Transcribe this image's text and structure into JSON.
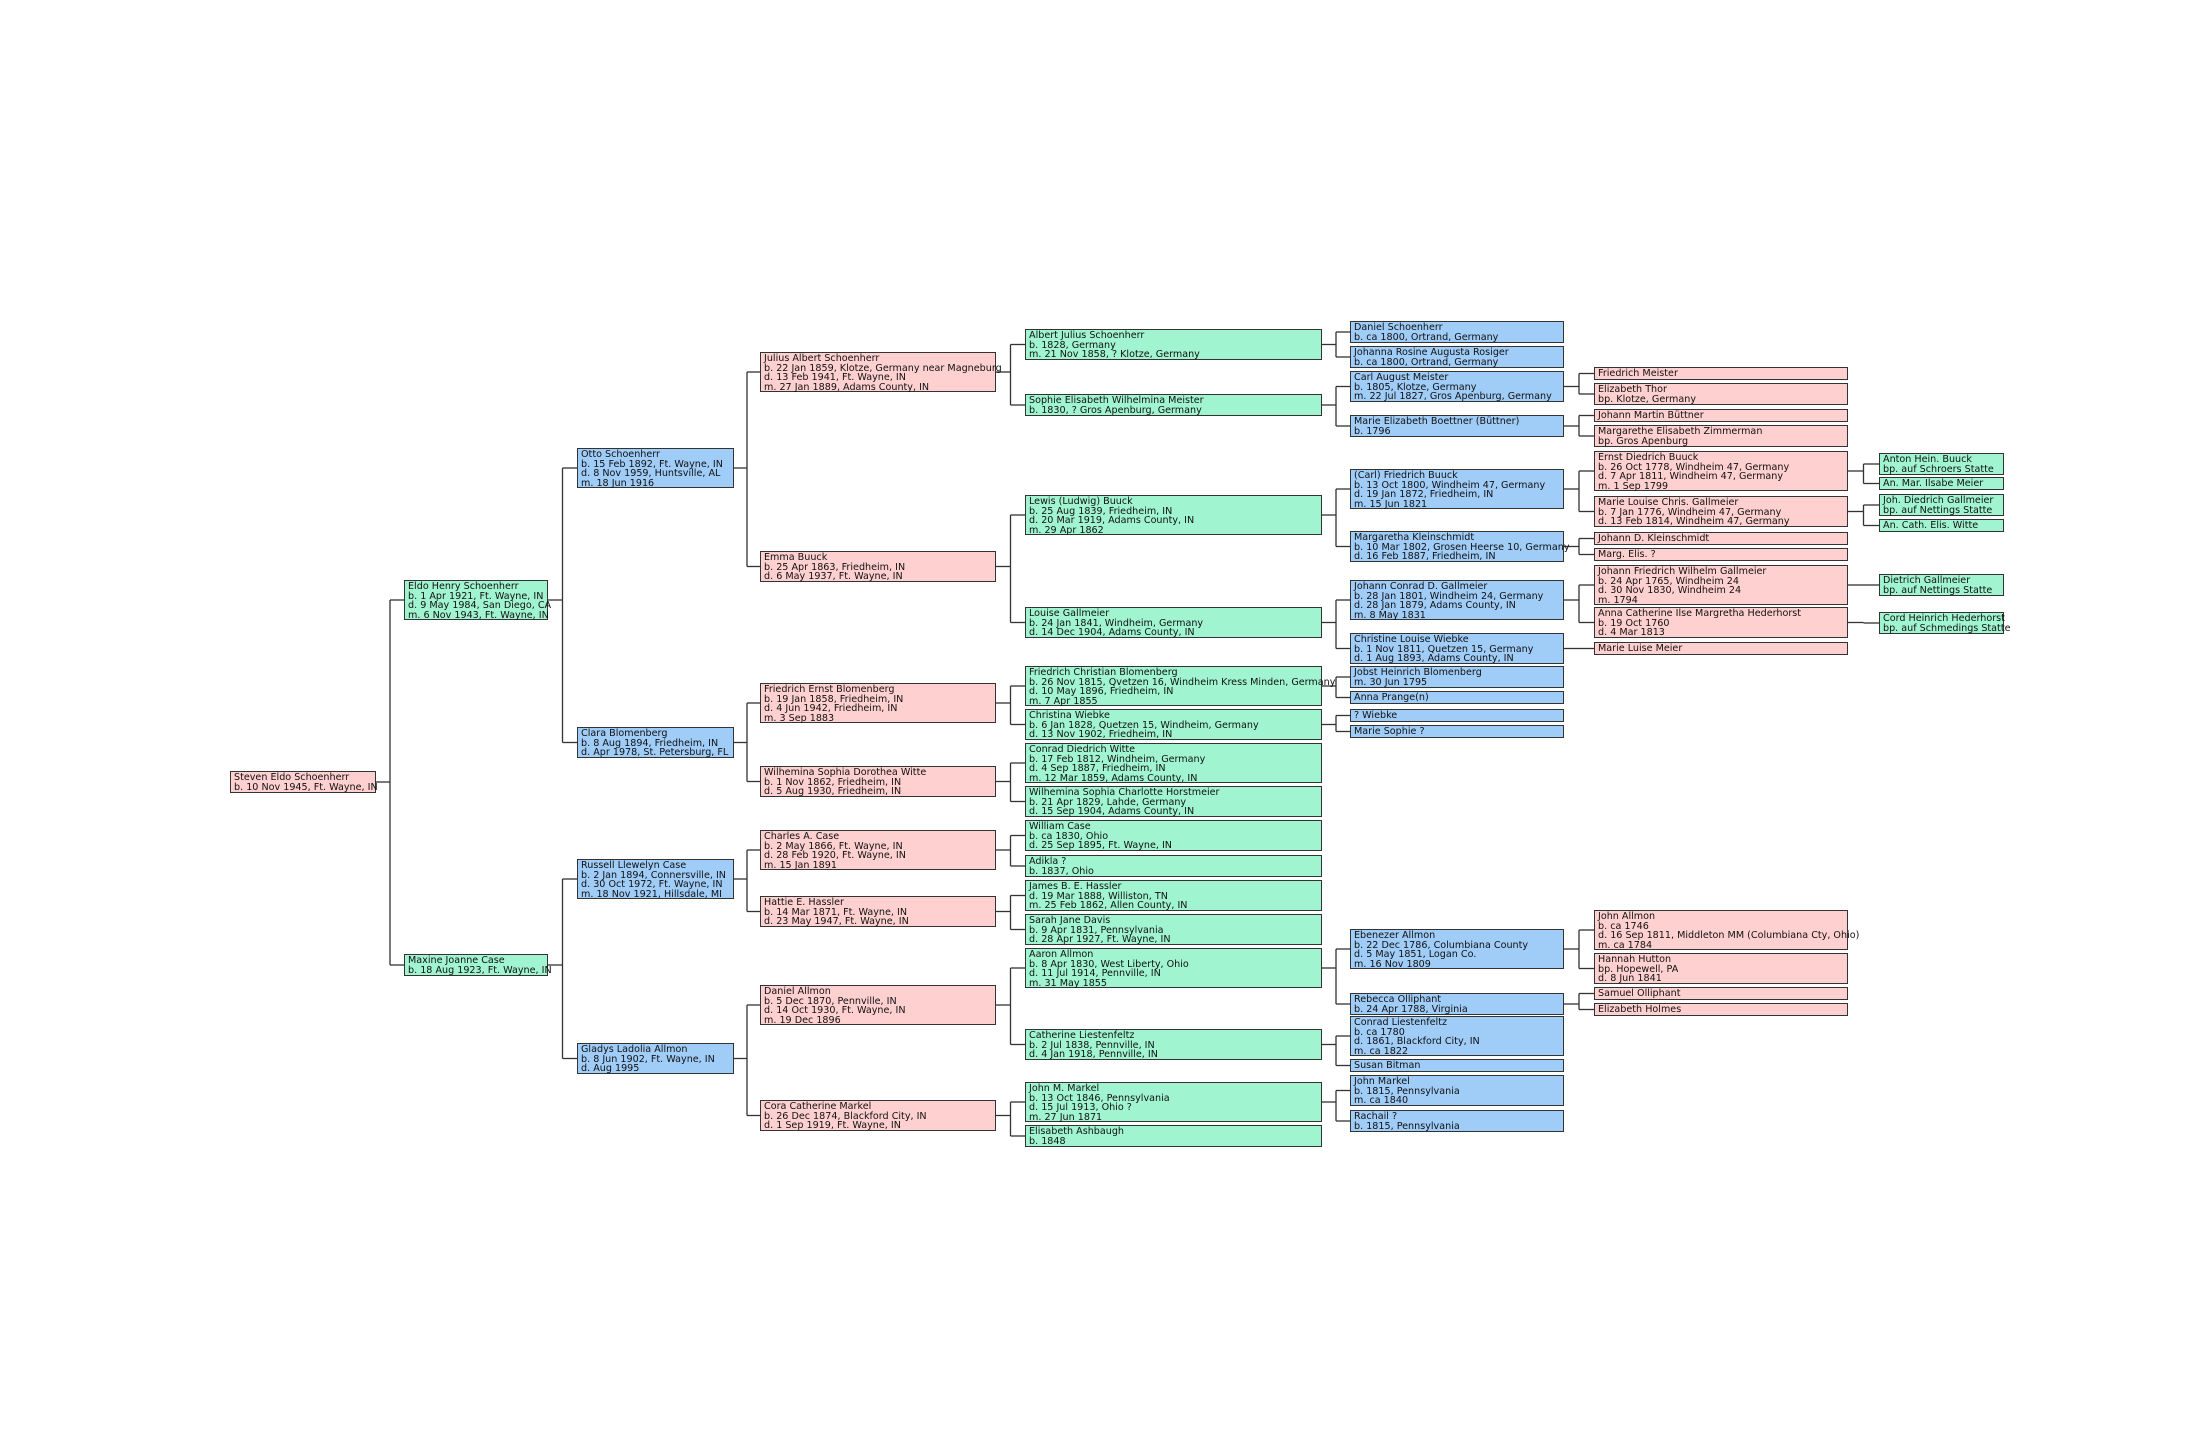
{
  "colors": {
    "pink": "#ffd0d0",
    "green": "#a0f5d0",
    "blue": "#a0ccf8",
    "line": "#333333"
  },
  "people": {
    "p1": {
      "color": "pink",
      "lines": [
        "Steven Eldo Schoenherr",
        "b. 10 Nov 1945, Ft. Wayne, IN"
      ]
    },
    "p2": {
      "color": "green",
      "lines": [
        "Eldo Henry Schoenherr",
        "b. 1 Apr 1921, Ft. Wayne, IN",
        "d. 9 May 1984, San Diego, CA",
        "m. 6 Nov 1943, Ft. Wayne, IN"
      ]
    },
    "p3": {
      "color": "green",
      "lines": [
        "Maxine Joanne Case",
        "b. 18 Aug 1923, Ft. Wayne, IN"
      ]
    },
    "p4": {
      "color": "blue",
      "lines": [
        "Otto Schoenherr",
        "b. 15 Feb 1892, Ft. Wayne, IN",
        "d. 8 Nov 1959, Huntsville, AL",
        "m. 18 Jun 1916"
      ]
    },
    "p5": {
      "color": "blue",
      "lines": [
        "Clara Blomenberg",
        "b. 8 Aug 1894, Friedheim, IN",
        "d. Apr 1978, St. Petersburg, FL"
      ]
    },
    "p6": {
      "color": "blue",
      "lines": [
        "Russell Llewelyn Case",
        "b. 2 Jan 1894, Connersville, IN",
        "d. 30 Oct 1972, Ft. Wayne, IN",
        "m. 18 Nov 1921, Hillsdale, MI"
      ]
    },
    "p7": {
      "color": "blue",
      "lines": [
        "Gladys Ladolia Allmon",
        "b. 8 Jun 1902, Ft. Wayne, IN",
        "d. Aug 1995"
      ]
    },
    "p8": {
      "color": "pink",
      "lines": [
        "Julius Albert Schoenherr",
        "b. 22 Jan 1859, Klotze, Germany near Magneburg",
        "d. 13 Feb 1941, Ft. Wayne, IN",
        "m. 27 Jan 1889, Adams County, IN"
      ]
    },
    "p9": {
      "color": "pink",
      "lines": [
        "Emma Buuck",
        "b. 25 Apr 1863, Friedheim, IN",
        "d. 6 May 1937, Ft. Wayne, IN"
      ]
    },
    "p10": {
      "color": "pink",
      "lines": [
        "Friedrich Ernst Blomenberg",
        "b. 19 Jan 1858, Friedheim, IN",
        "d. 4 Jun 1942, Friedheim, IN",
        "m. 3 Sep 1883"
      ]
    },
    "p11": {
      "color": "pink",
      "lines": [
        "Wilhemina Sophia Dorothea Witte",
        "b. 1 Nov 1862, Friedheim, IN",
        "d. 5 Aug 1930, Friedheim, IN"
      ]
    },
    "p12": {
      "color": "pink",
      "lines": [
        "Charles A. Case",
        "b. 2 May 1866, Ft. Wayne, IN",
        "d. 28 Feb 1920, Ft. Wayne, IN",
        "m. 15 Jan 1891"
      ]
    },
    "p13": {
      "color": "pink",
      "lines": [
        "Hattie E. Hassler",
        "b. 14 Mar 1871, Ft. Wayne, IN",
        "d. 23 May 1947, Ft. Wayne, IN"
      ]
    },
    "p14": {
      "color": "pink",
      "lines": [
        "Daniel Allmon",
        "b. 5 Dec 1870, Pennville, IN",
        "d. 14 Oct 1930, Ft. Wayne, IN",
        "m. 19 Dec 1896"
      ]
    },
    "p15": {
      "color": "pink",
      "lines": [
        "Cora Catherine Markel",
        "b. 26 Dec 1874, Blackford City, IN",
        "d. 1 Sep 1919, Ft. Wayne, IN"
      ]
    },
    "p16": {
      "color": "green",
      "lines": [
        "Albert Julius Schoenherr",
        "b. 1828, Germany",
        "m. 21 Nov 1858, ? Klotze, Germany"
      ]
    },
    "p17": {
      "color": "green",
      "lines": [
        "Sophie Elisabeth Wilhelmina Meister",
        "b. 1830, ? Gros Apenburg, Germany"
      ]
    },
    "p18": {
      "color": "green",
      "lines": [
        "Lewis (Ludwig) Buuck",
        "b. 25 Aug 1839, Friedheim, IN",
        "d. 20 Mar 1919, Adams County, IN",
        "m. 29 Apr 1862"
      ]
    },
    "p19": {
      "color": "green",
      "lines": [
        "Louise Gallmeier",
        "b. 24 Jan 1841, Windheim, Germany",
        "d. 14 Dec 1904, Adams County, IN"
      ]
    },
    "p20": {
      "color": "green",
      "lines": [
        "Friedrich Christian Blomenberg",
        "b. 26 Nov 1815, Qvetzen 16, Windheim Kress Minden, Germany",
        "d. 10 May 1896, Friedheim, IN",
        "m. 7 Apr 1855"
      ]
    },
    "p21": {
      "color": "green",
      "lines": [
        "Christina Wiebke",
        "b. 6 Jan 1828, Quetzen 15, Windheim, Germany",
        "d. 13 Nov 1902, Friedheim, IN"
      ]
    },
    "p22": {
      "color": "green",
      "lines": [
        "Conrad Diedrich Witte",
        "b. 17 Feb 1812, Windheim, Germany",
        "d. 4 Sep 1887, Friedheim, IN",
        "m. 12 Mar 1859, Adams County, IN"
      ]
    },
    "p23": {
      "color": "green",
      "lines": [
        "Wilhemina Sophia Charlotte Horstmeier",
        "b. 21 Apr 1829, Lahde, Germany",
        "d. 15 Sep 1904, Adams County, IN"
      ]
    },
    "p24": {
      "color": "green",
      "lines": [
        "William Case",
        "b. ca 1830, Ohio",
        "d. 25 Sep 1895, Ft. Wayne, IN"
      ]
    },
    "p25": {
      "color": "green",
      "lines": [
        "Adikla ?",
        "b. 1837, Ohio"
      ]
    },
    "p26": {
      "color": "green",
      "lines": [
        "James B. E. Hassler",
        "d. 19 Mar 1888, Williston, TN",
        "m. 25 Feb 1862, Allen County, IN"
      ]
    },
    "p27": {
      "color": "green",
      "lines": [
        "Sarah Jane Davis",
        "b. 9 Apr 1831, Pennsylvania",
        "d. 28 Apr 1927, Ft. Wayne, IN"
      ]
    },
    "p28": {
      "color": "green",
      "lines": [
        "Aaron Allmon",
        "b. 8 Apr 1830, West Liberty, Ohio",
        "d. 11 Jul 1914, Pennville, IN",
        "m. 31 May 1855"
      ]
    },
    "p29": {
      "color": "green",
      "lines": [
        "Catherine Liestenfeltz",
        "b. 2 Jul 1838, Pennville, IN",
        "d. 4 Jan 1918, Pennville, IN"
      ]
    },
    "p30": {
      "color": "green",
      "lines": [
        "John M. Markel",
        "b. 13 Oct 1846, Pennsylvania",
        "d. 15 Jul 1913, Ohio ?",
        "m. 27 Jun 1871"
      ]
    },
    "p31": {
      "color": "green",
      "lines": [
        "Elisabeth Ashbaugh",
        "b. 1848"
      ]
    },
    "p32": {
      "color": "blue",
      "lines": [
        "Daniel Schoenherr",
        "b. ca 1800, Ortrand, Germany"
      ]
    },
    "p33": {
      "color": "blue",
      "lines": [
        "Johanna Rosine Augusta Rosiger",
        "b. ca 1800, Ortrand, Germany"
      ]
    },
    "p34": {
      "color": "blue",
      "lines": [
        "Carl August Meister",
        "b. 1805, Klotze, Germany",
        "m. 22 Jul 1827, Gros Apenburg, Germany"
      ]
    },
    "p35": {
      "color": "blue",
      "lines": [
        "Marie Elizabeth Boettner (Büttner)",
        "b. 1796"
      ]
    },
    "p36": {
      "color": "blue",
      "lines": [
        "(Carl) Friedrich Buuck",
        "b. 13 Oct 1800, Windheim 47, Germany",
        "d. 19 Jan 1872, Friedheim, IN",
        "m. 15 Jun 1821"
      ]
    },
    "p37": {
      "color": "blue",
      "lines": [
        "Margaretha Kleinschmidt",
        "b. 10 Mar 1802, Grosen Heerse 10, Germany",
        "d. 16 Feb 1887, Friedheim, IN"
      ]
    },
    "p38": {
      "color": "blue",
      "lines": [
        "Johann Conrad D. Gallmeier",
        "b. 28 Jan 1801, Windheim 24, Germany",
        "d. 28 Jan 1879, Adams County, IN",
        "m. 8 May 1831"
      ]
    },
    "p39": {
      "color": "blue",
      "lines": [
        "Christine Louise Wiebke",
        "b. 1 Nov 1811, Quetzen 15, Germany",
        "d. 1 Aug 1893, Adams County, IN"
      ]
    },
    "p40": {
      "color": "blue",
      "lines": [
        "Jobst Heinrich Blomenberg",
        "m. 30 Jun 1795"
      ]
    },
    "p41": {
      "color": "blue",
      "lines": [
        "Anna Prange(n)"
      ]
    },
    "p42": {
      "color": "blue",
      "lines": [
        "? Wiebke"
      ]
    },
    "p43": {
      "color": "blue",
      "lines": [
        "Marie Sophie ?"
      ]
    },
    "p56": {
      "color": "blue",
      "lines": [
        "Ebenezer Allmon",
        "b. 22 Dec 1786, Columbiana County",
        "d. 5 May 1851, Logan Co.",
        "m. 16 Nov 1809"
      ]
    },
    "p57": {
      "color": "blue",
      "lines": [
        "Rebecca Olliphant",
        "b. 24 Apr 1788, Virginia"
      ]
    },
    "p58": {
      "color": "blue",
      "lines": [
        "Conrad Liestenfeltz",
        "b. ca 1780",
        "d. 1861, Blackford City, IN",
        "m. ca 1822"
      ]
    },
    "p59": {
      "color": "blue",
      "lines": [
        "Susan Bitman"
      ]
    },
    "p60": {
      "color": "blue",
      "lines": [
        "John Markel",
        "b. 1815, Pennsylvania",
        "m. ca 1840"
      ]
    },
    "p61": {
      "color": "blue",
      "lines": [
        "Rachail ?",
        "b. 1815, Pennsylvania"
      ]
    },
    "p68": {
      "color": "pink",
      "lines": [
        "Friedrich Meister"
      ]
    },
    "p69": {
      "color": "pink",
      "lines": [
        "Elizabeth Thor",
        "bp. Klotze, Germany"
      ]
    },
    "p70": {
      "color": "pink",
      "lines": [
        "Johann Martin Büttner"
      ]
    },
    "p71": {
      "color": "pink",
      "lines": [
        "Margarethe Elisabeth Zimmerman",
        "bp. Gros Apenburg"
      ]
    },
    "p72": {
      "color": "pink",
      "lines": [
        "Ernst Diedrich Buuck",
        "b. 26 Oct 1778, Windheim 47, Germany",
        "d. 7 Apr 1811, Windheim 47, Germany",
        "m. 1 Sep 1799"
      ]
    },
    "p73": {
      "color": "pink",
      "lines": [
        "Marie Louise Chris. Gallmeier",
        "b. 7 Jan 1776, Windheim 47, Germany",
        "d. 13 Feb 1814, Windheim 47, Germany"
      ]
    },
    "p74": {
      "color": "pink",
      "lines": [
        "Johann D. Kleinschmidt"
      ]
    },
    "p75": {
      "color": "pink",
      "lines": [
        "Marg. Elis. ?"
      ]
    },
    "p76": {
      "color": "pink",
      "lines": [
        "Johann Friedrich Wilhelm Gallmeier",
        "b. 24 Apr 1765, Windheim 24",
        "d. 30 Nov 1830, Windheim 24",
        "m. 1794"
      ]
    },
    "p77": {
      "color": "pink",
      "lines": [
        "Anna Catherine Ilse Margretha Hederhorst",
        "b. 19 Oct 1760",
        "d. 4 Mar 1813"
      ]
    },
    "p79": {
      "color": "pink",
      "lines": [
        "Marie Luise Meier"
      ]
    },
    "p112": {
      "color": "pink",
      "lines": [
        "John Allmon",
        "b. ca 1746",
        "d. 16 Sep 1811, Middleton MM (Columbiana Cty, Ohio)",
        "m. ca 1784"
      ]
    },
    "p113": {
      "color": "pink",
      "lines": [
        "Hannah Hutton",
        "bp. Hopewell, PA",
        "d. 8 Jun 1841"
      ]
    },
    "p114": {
      "color": "pink",
      "lines": [
        "Samuel Olliphant"
      ]
    },
    "p115": {
      "color": "pink",
      "lines": [
        "Elizabeth Holmes"
      ]
    },
    "p144": {
      "color": "green",
      "lines": [
        "Anton Hein. Buuck",
        "bp. auf Schroers Statte"
      ]
    },
    "p145": {
      "color": "green",
      "lines": [
        "An. Mar. Ilsabe Meier"
      ]
    },
    "p146": {
      "color": "green",
      "lines": [
        "Joh. Diedrich Gallmeier",
        "bp. auf Nettings Statte"
      ]
    },
    "p147": {
      "color": "green",
      "lines": [
        "An. Cath. Elis. Witte"
      ]
    },
    "p152": {
      "color": "green",
      "lines": [
        "Dietrich Gallmeier",
        "bp. auf Nettings Statte"
      ]
    },
    "p154": {
      "color": "green",
      "lines": [
        "Cord Heinrich Hederhorst",
        "bp. auf Schmedings Statte"
      ]
    }
  }
}
